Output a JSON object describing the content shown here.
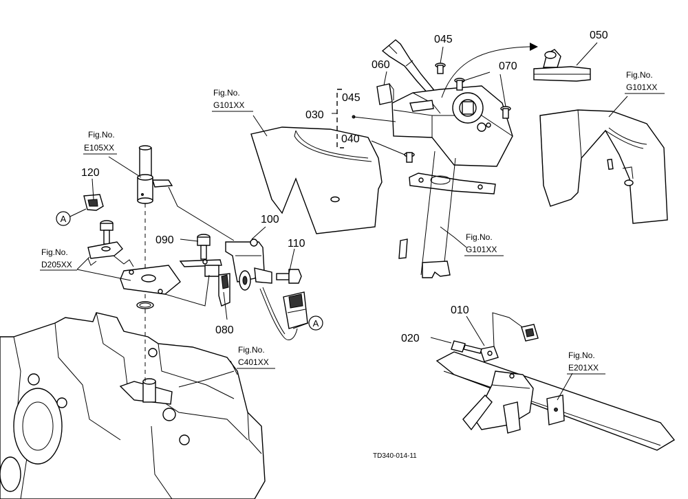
{
  "part_numbers": {
    "p010": "010",
    "p020": "020",
    "p030": "030",
    "p040": "040",
    "p045a": "045",
    "p045b": "045",
    "p050": "050",
    "p060": "060",
    "p070": "070",
    "p080": "080",
    "p090": "090",
    "p100": "100",
    "p110": "110",
    "p120": "120"
  },
  "fig_refs": {
    "fig_label": "Fig.No.",
    "e105": "E105XX",
    "d205": "D205XX",
    "g101_center": "G101XX",
    "g101_right": "G101XX",
    "g101_column": "G101XX",
    "c401": "C401XX",
    "e201": "E201XX"
  },
  "connector_marks": {
    "left": "A",
    "right": "A"
  },
  "drawing_id": "TD340-014-11"
}
